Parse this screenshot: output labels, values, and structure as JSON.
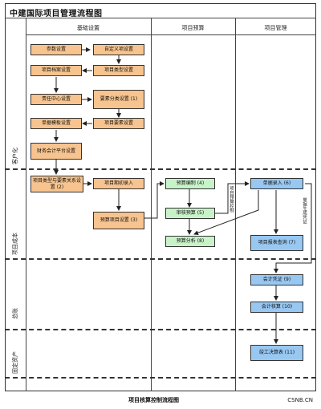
{
  "title": "中建国际项目管理流程图",
  "columns": [
    "基础设置",
    "项目预算",
    "项目管理"
  ],
  "rows": [
    "客户化",
    "项目成本",
    "总账",
    "固定资产"
  ],
  "boxes": {
    "b1": "参数设置",
    "b2": "自定义项设置",
    "b3": "项目档案设置",
    "b4": "项目类型设置",
    "b5": "责任中心设置",
    "b6": "要素分类设置 (1)",
    "b7": "单据模板设置",
    "b8": "项目要素设置",
    "b9": "财务会计平台设置",
    "b10": "项目类型与要素关系设置 (2)",
    "b11": "项目期初录入",
    "b12": "预算项目设置 (3)",
    "b13": "预算编制 (4)",
    "b14": "审核预算 (5)",
    "b15": "预算分析 (8)",
    "b16": "单据录入 (6)",
    "b17": "项目报表查询 (7)",
    "b18": "会计凭证 (9)",
    "b19": "会计核算 (10)",
    "b20": "竣工决算表 (11)"
  },
  "notes": {
    "n1": "项目预算控制",
    "n2": "单据生成凭证"
  },
  "caption": "项目核算控制流程图",
  "watermark": "CSNB.CN"
}
